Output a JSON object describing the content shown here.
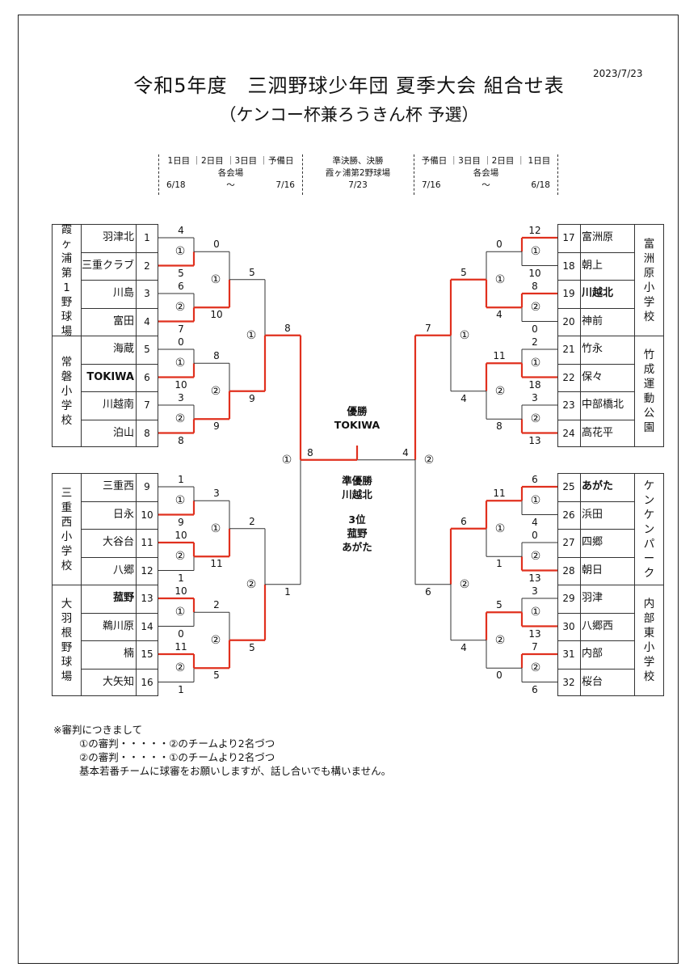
{
  "header": {
    "title": "令和5年度　三泗野球少年団 夏季大会 組合せ表",
    "subtitle": "（ケンコー杯兼ろうきん杯 予選）",
    "date": "2023/7/23"
  },
  "schedule": {
    "left": {
      "days": "1日目 ｜2日目 ｜3日目 ｜予備日",
      "venue": "各会場",
      "start": "6/18",
      "tilde": "～",
      "end": "7/16"
    },
    "center": {
      "round": "準決勝、決勝",
      "venue": "霞ヶ浦第2野球場",
      "date": "7/23"
    },
    "right": {
      "days": "予備日 ｜3日目 ｜2日目 ｜ 1日目",
      "venue": "各会場",
      "start": "7/16",
      "tilde": "～",
      "end": "6/18"
    }
  },
  "regions": {
    "r1": [
      "霞",
      "ヶ",
      "浦",
      "第",
      "1",
      "野",
      "球",
      "場"
    ],
    "r2": [
      "常",
      "磐",
      "小",
      "学",
      "校"
    ],
    "r3": [
      "三",
      "重",
      "西",
      "小",
      "学",
      "校"
    ],
    "r4": [
      "大",
      "羽",
      "根",
      "野",
      "球",
      "場"
    ],
    "r5": [
      "富",
      "洲",
      "原",
      "小",
      "学",
      "校"
    ],
    "r6": [
      "竹",
      "成",
      "運",
      "動",
      "公",
      "園"
    ],
    "r7": [
      "ケ",
      "ン",
      "ケ",
      "ン",
      "パ",
      "ー",
      "ク"
    ],
    "r8": [
      "内",
      "部",
      "東",
      "小",
      "学",
      "校"
    ]
  },
  "teams_left": [
    {
      "seed": "1",
      "name": "羽津北"
    },
    {
      "seed": "2",
      "name": "三重クラブ"
    },
    {
      "seed": "3",
      "name": "川島"
    },
    {
      "seed": "4",
      "name": "富田"
    },
    {
      "seed": "5",
      "name": "海蔵"
    },
    {
      "seed": "6",
      "name": "TOKIWA"
    },
    {
      "seed": "7",
      "name": "川越南"
    },
    {
      "seed": "8",
      "name": "泊山"
    },
    {
      "seed": "9",
      "name": "三重西"
    },
    {
      "seed": "10",
      "name": "日永"
    },
    {
      "seed": "11",
      "name": "大谷台"
    },
    {
      "seed": "12",
      "name": "八郷"
    },
    {
      "seed": "13",
      "name": "菰野"
    },
    {
      "seed": "14",
      "name": "鵜川原"
    },
    {
      "seed": "15",
      "name": "楠"
    },
    {
      "seed": "16",
      "name": "大矢知"
    }
  ],
  "teams_right": [
    {
      "seed": "17",
      "name": "富洲原"
    },
    {
      "seed": "18",
      "name": "朝上"
    },
    {
      "seed": "19",
      "name": "川越北"
    },
    {
      "seed": "20",
      "name": "神前"
    },
    {
      "seed": "21",
      "name": "竹永"
    },
    {
      "seed": "22",
      "name": "保々"
    },
    {
      "seed": "23",
      "name": "中部橋北"
    },
    {
      "seed": "24",
      "name": "高花平"
    },
    {
      "seed": "25",
      "name": "あがた"
    },
    {
      "seed": "26",
      "name": "浜田"
    },
    {
      "seed": "27",
      "name": "四郷"
    },
    {
      "seed": "28",
      "name": "朝日"
    },
    {
      "seed": "29",
      "name": "羽津"
    },
    {
      "seed": "30",
      "name": "八郷西"
    },
    {
      "seed": "31",
      "name": "内部"
    },
    {
      "seed": "32",
      "name": "桜台"
    }
  ],
  "bold_teams": [
    "TOKIWA",
    "菰野",
    "川越北",
    "あがた"
  ],
  "scores": {
    "left_r1": [
      [
        "4",
        "5"
      ],
      [
        "6",
        "7"
      ],
      [
        "0",
        "10"
      ],
      [
        "3",
        "8"
      ],
      [
        "1",
        "9"
      ],
      [
        "10",
        "1"
      ],
      [
        "10",
        "0"
      ],
      [
        "11",
        "1"
      ]
    ],
    "left_r2": [
      [
        "0",
        "10"
      ],
      [
        "8",
        "9"
      ],
      [
        "3",
        "11"
      ],
      [
        "2",
        "5"
      ]
    ],
    "left_r3": [
      [
        "5",
        "9"
      ],
      [
        "2",
        "5"
      ]
    ],
    "left_r4": [
      [
        "8",
        "1"
      ]
    ],
    "left_final": "8",
    "right_r1": [
      [
        "12",
        "10"
      ],
      [
        "8",
        "0"
      ],
      [
        "2",
        "18"
      ],
      [
        "3",
        "13"
      ],
      [
        "6",
        "4"
      ],
      [
        "0",
        "13"
      ],
      [
        "3",
        "13"
      ],
      [
        "7",
        "6"
      ]
    ],
    "right_r2": [
      [
        "0",
        "4"
      ],
      [
        "11",
        "8"
      ],
      [
        "11",
        "1"
      ],
      [
        "5",
        "0"
      ]
    ],
    "right_r3": [
      [
        "5",
        "4"
      ],
      [
        "6",
        "4"
      ]
    ],
    "right_r4": [
      [
        "7",
        "6"
      ]
    ],
    "right_final": "4"
  },
  "game_marks": {
    "one": "①",
    "two": "②"
  },
  "result": {
    "champion_label": "優勝",
    "champion": "TOKIWA",
    "runner_up_label": "準優勝",
    "runner_up": "川越北",
    "third_label": "3位",
    "third_1": "菰野",
    "third_2": "あがた"
  },
  "notes": {
    "n1": "※審判につきまして",
    "n2": "①の審判・・・・・②のチームより2名づつ",
    "n3": "②の審判・・・・・①のチームより2名づつ",
    "n4": "基本若番チームに球審をお願いしますが、話し合いでも構いません。"
  },
  "colors": {
    "win_line": "#e0301e",
    "line": "#333333"
  }
}
